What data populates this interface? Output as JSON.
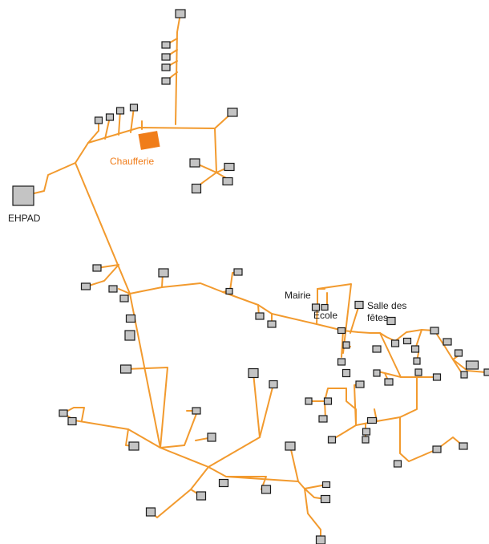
{
  "labels": {
    "chaufferie": "Chaufferie",
    "ehpad": "EHPAD",
    "mairie": "Mairie",
    "ecole": "École",
    "salle_line1": "Salle des",
    "salle_line2": "fêtes"
  },
  "colors": {
    "pipe": "#f29a2e",
    "boiler": "#f07d1a",
    "building_fill": "#c4c4c4",
    "building_stroke": "#1a1a1a",
    "chaufferie_label": "#f07d1a"
  },
  "legend_shapes": {
    "plant": "orange-square",
    "building": "grey-square",
    "pipe": "orange-line"
  }
}
